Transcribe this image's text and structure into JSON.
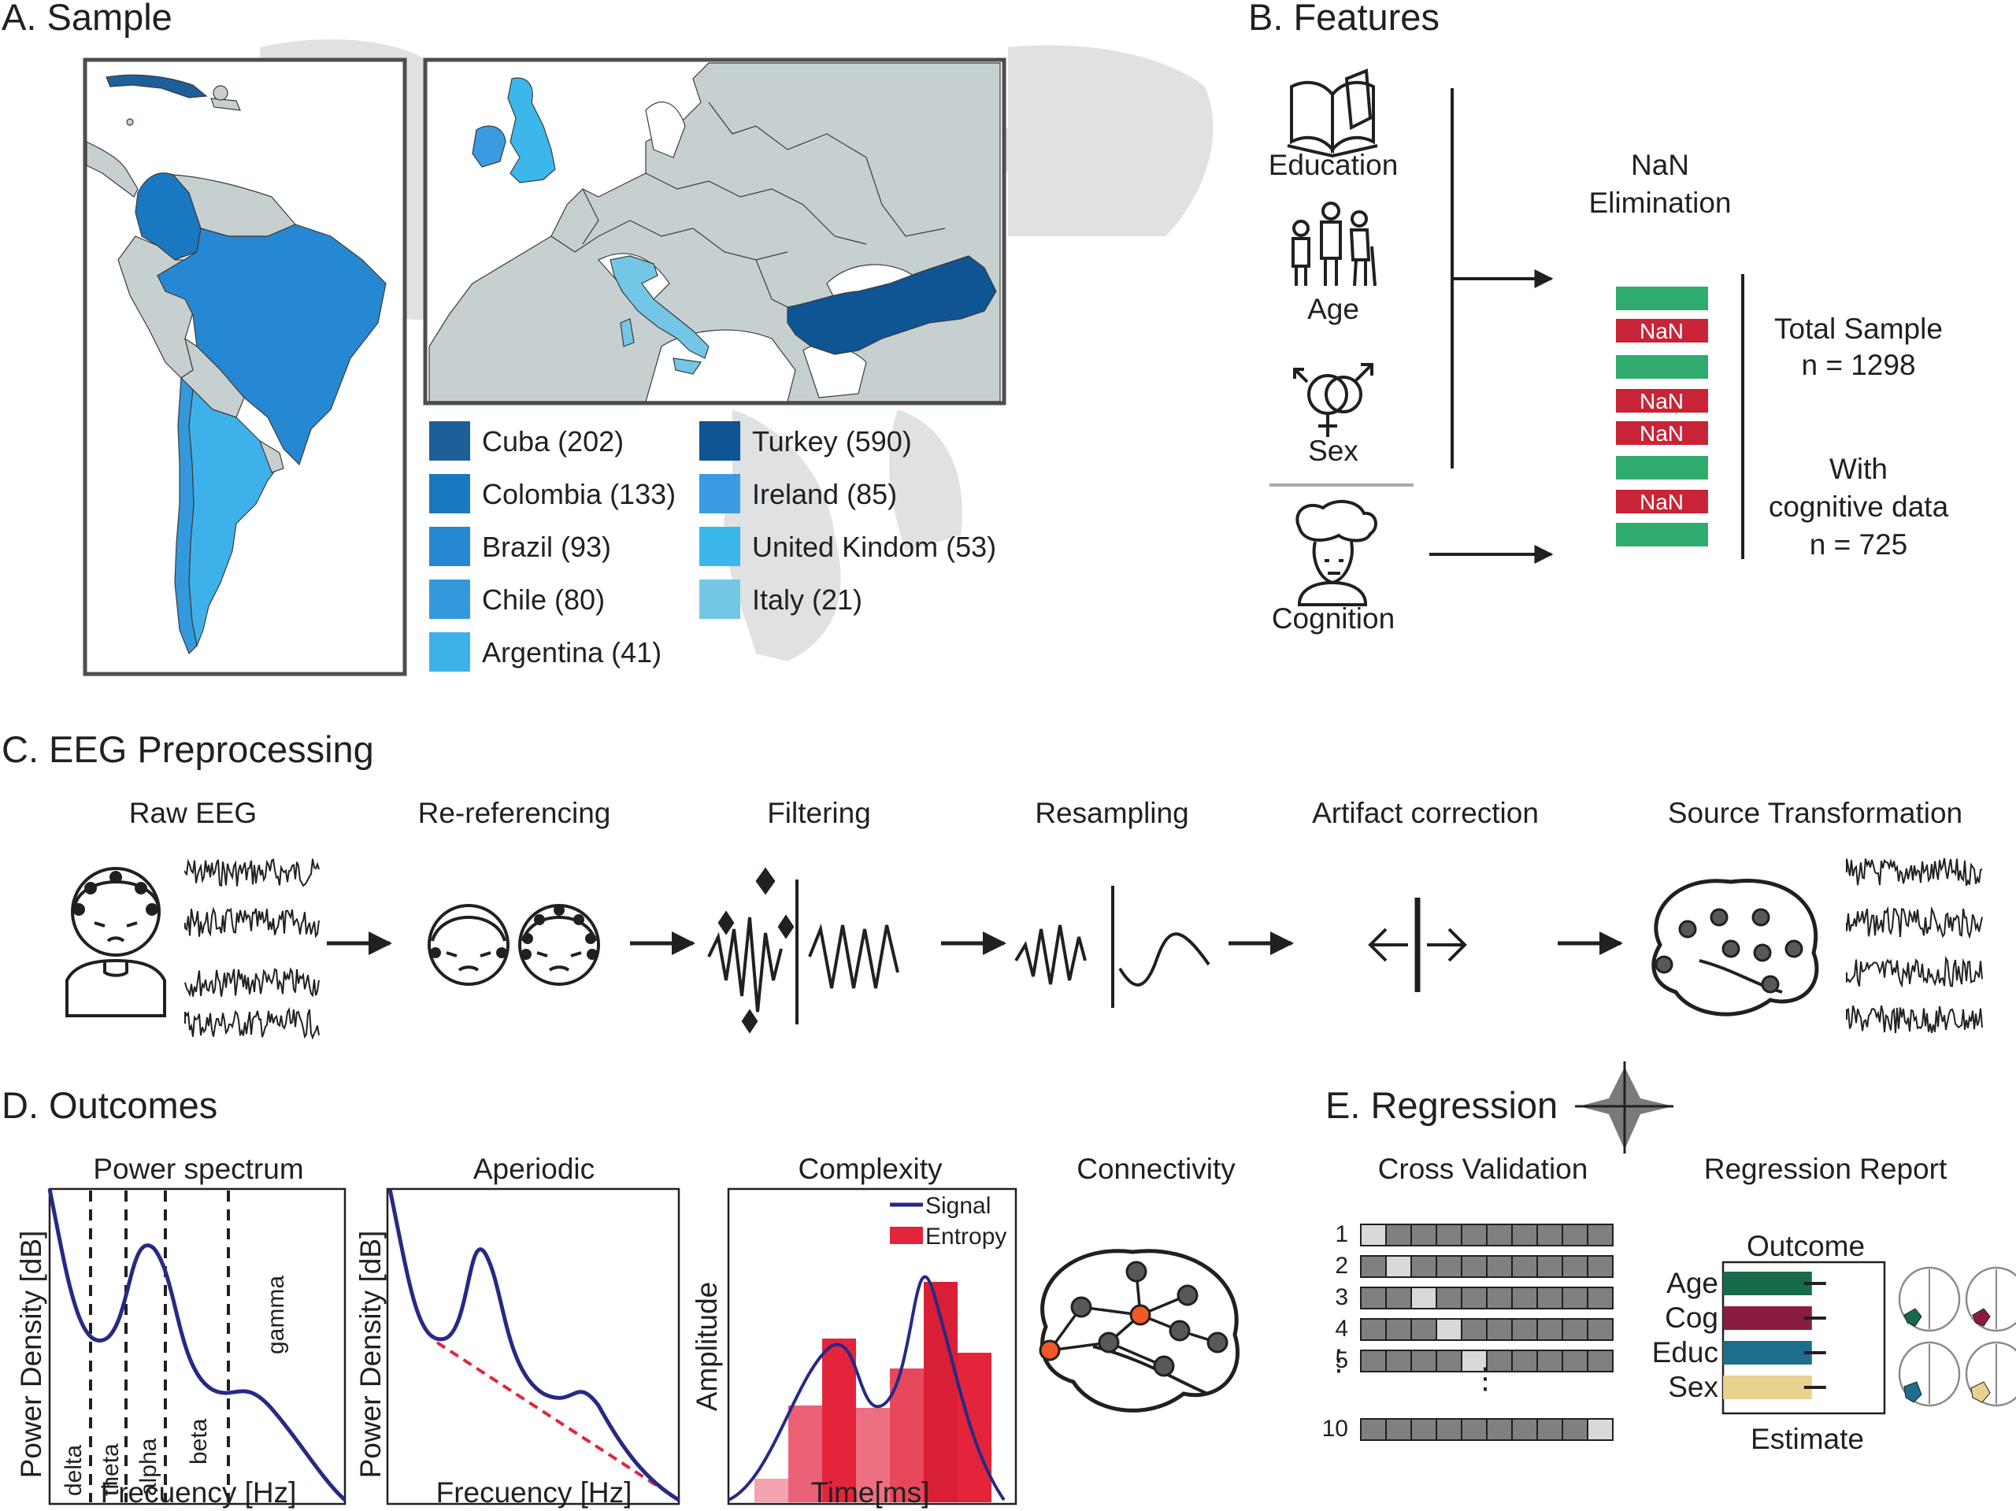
{
  "panel_a": {
    "title": "A. Sample",
    "legend": [
      {
        "label": "Cuba (202)",
        "color": "#1f5f99"
      },
      {
        "label": "Colombia (133)",
        "color": "#1a78c0"
      },
      {
        "label": "Brazil (93)",
        "color": "#2688d2"
      },
      {
        "label": "Chile (80)",
        "color": "#3499dc"
      },
      {
        "label": "Argentina (41)",
        "color": "#3fb1ea"
      },
      {
        "label": "Turkey (590)",
        "color": "#0f5493"
      },
      {
        "label": "Ireland (85)",
        "color": "#3a9be0"
      },
      {
        "label": "United Kindom (53)",
        "color": "#3cb7ec"
      },
      {
        "label": "Italy (21)",
        "color": "#74c6e6"
      }
    ]
  },
  "panel_b": {
    "title": "B. Features",
    "features": [
      "Education",
      "Age",
      "Sex",
      "Cognition"
    ],
    "nan_label": "NaN",
    "nan_title": [
      "NaN",
      "Elimination"
    ],
    "total": [
      "Total Sample",
      "n = 1298"
    ],
    "cognitive": [
      "With",
      "cognitive data",
      "n = 725"
    ]
  },
  "panel_c": {
    "title": "C. EEG Preprocessing",
    "steps": [
      "Raw EEG",
      "Re-referencing",
      "Filtering",
      "Resampling",
      "Artifact correction",
      "Source Transformation"
    ]
  },
  "panel_d": {
    "title": "D. Outcomes",
    "power": {
      "title": "Power spectrum",
      "ylabel": "Power Density [dB]",
      "xlabel": "Frecuency [Hz]",
      "bands": [
        "delta",
        "theta",
        "alpha",
        "beta",
        "gamma"
      ]
    },
    "aperiodic": {
      "title": "Aperiodic",
      "ylabel": "Power Density [dB]",
      "xlabel": "Frecuency [Hz]"
    },
    "complexity": {
      "title": "Complexity",
      "ylabel": "Amplitude",
      "xlabel": "Time[ms]",
      "legend_signal": "Signal",
      "legend_entropy": "Entropy"
    },
    "connectivity": {
      "title": "Connectivity"
    }
  },
  "panel_e": {
    "title": "E. Regression",
    "cv_title": "Cross Validation",
    "folds": [
      "1",
      "2",
      "3",
      "4",
      "5",
      "10"
    ],
    "folds_held": [
      1,
      2,
      3,
      4,
      5,
      10
    ],
    "vdots": "⋮",
    "report_title": "Regression Report",
    "outcome_label": "Outcome",
    "estimate_label": "Estimate",
    "bars": [
      {
        "label": "Age",
        "color": "#166b4a",
        "value": 0.55
      },
      {
        "label": "Cog",
        "color": "#8a1c3f",
        "value": 0.55
      },
      {
        "label": "Educ",
        "color": "#1d6e8c",
        "value": 0.55
      },
      {
        "label": "Sex",
        "color": "#e8d28e",
        "value": 0.55
      }
    ]
  },
  "colors": {
    "nan_red": "#c82336",
    "ok_green": "#2fab6e",
    "signal_blue": "#262a84",
    "entropy_red": "#e3243b",
    "map_gray": "#c6d0d0"
  }
}
